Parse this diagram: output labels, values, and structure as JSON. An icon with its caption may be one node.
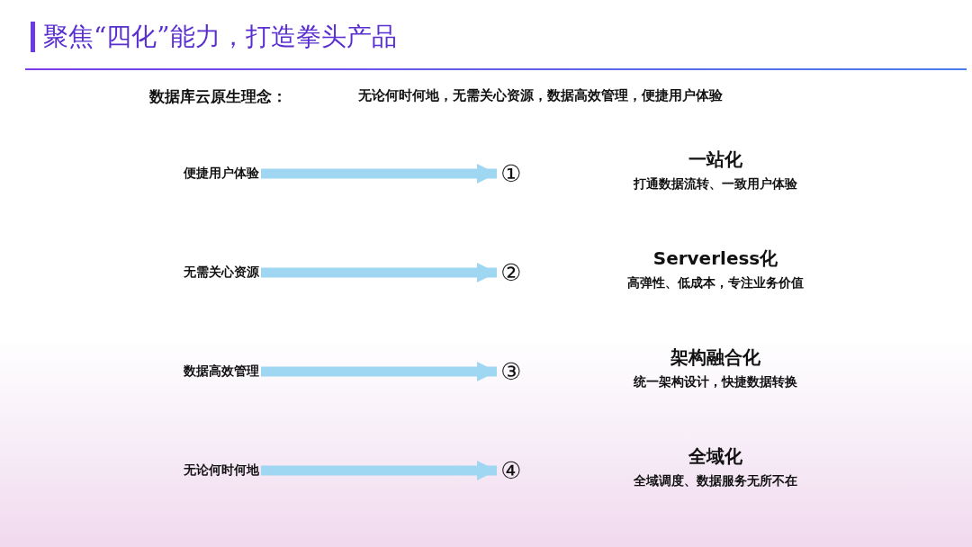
{
  "diagram": {
    "title": "聚焦“四化”能力，打造拳头产品",
    "nodes": [
      {
        "text": [
          "便捷用户体验"
        ]
      },
      {
        "text": [
          "①"
        ]
      },
      {
        "text": [
          "无需关心资源"
        ]
      },
      {
        "text": [
          "②"
        ]
      },
      {
        "text": [
          "数据高效管理"
        ]
      },
      {
        "text": [
          "③"
        ]
      },
      {
        "text": [
          "无论何时何地"
        ]
      },
      {
        "text": [
          "④"
        ]
      }
    ],
    "edges": [
      {
        "from": 0,
        "to": 1,
        "arrow": "to"
      },
      {
        "from": 2,
        "to": 3,
        "arrow": "to"
      },
      {
        "from": 4,
        "to": 5,
        "arrow": "to"
      },
      {
        "from": 6,
        "to": 7,
        "arrow": "to"
      }
    ],
    "labels": [
      "数据库云原生理念：",
      "无论何时何地，无需关心资源，数据高效管理，便捷用户体验",
      "一站化",
      "打通数据流转、一致用户体验",
      "Serverless化",
      "高弹性、低成本，专注业务价值",
      "架构融合化",
      "统一架构设计，快捷数据转换",
      "全域化",
      "全域调度、数据服务无所不在"
    ]
  }
}
